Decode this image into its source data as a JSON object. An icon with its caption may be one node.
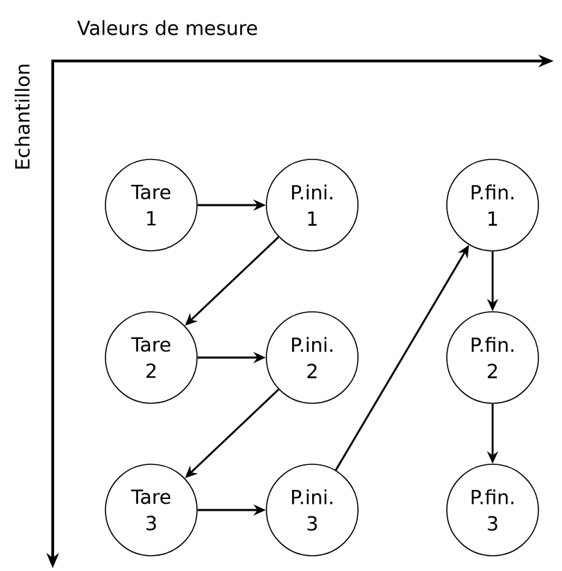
{
  "diagram": {
    "nodes": [
      {
        "text": [
          "Tare 1"
        ]
      },
      {
        "text": [
          "P.ini. 1"
        ]
      },
      {
        "text": [
          "P.fin. 1"
        ]
      },
      {
        "text": [
          "Tare 2"
        ]
      },
      {
        "text": [
          "P.ini. 2"
        ]
      },
      {
        "text": [
          "P.fin. 2"
        ]
      },
      {
        "text": [
          "Tare 3"
        ]
      },
      {
        "text": [
          "P.ini. 3"
        ]
      },
      {
        "text": [
          "P.fin. 3"
        ]
      }
    ],
    "edges": [
      {
        "from": 0,
        "to": 1,
        "arrow": "to"
      },
      {
        "from": 1,
        "to": 3,
        "arrow": "to"
      },
      {
        "from": 3,
        "to": 4,
        "arrow": "to"
      },
      {
        "from": 4,
        "to": 6,
        "arrow": "to"
      },
      {
        "from": 6,
        "to": 7,
        "arrow": "to"
      },
      {
        "from": 7,
        "to": 2,
        "arrow": "to"
      },
      {
        "from": 2,
        "to": 5,
        "arrow": "to"
      },
      {
        "from": 5,
        "to": 8,
        "arrow": "to"
      }
    ],
    "labels": [
      "Valeurs de mesure",
      "Echantillon"
    ]
  }
}
